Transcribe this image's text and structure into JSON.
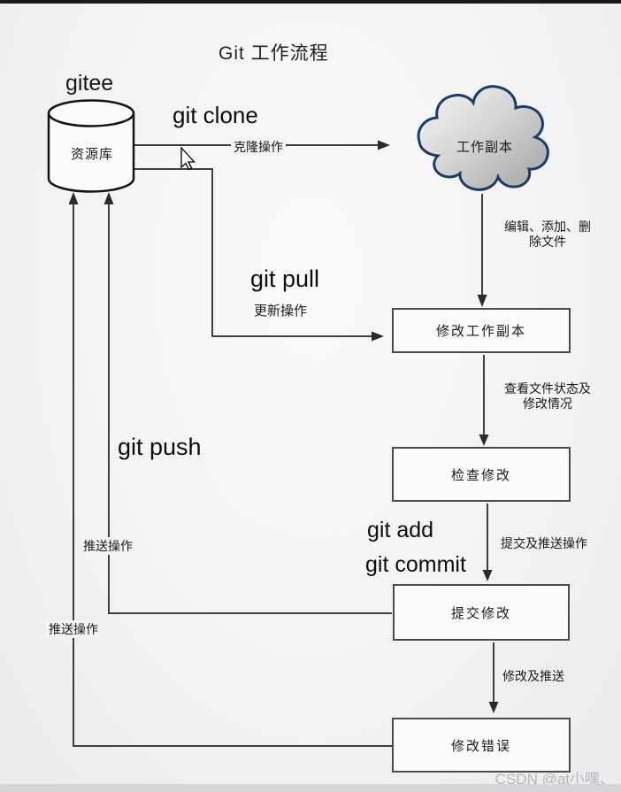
{
  "title": "Git 工作流程",
  "repo": {
    "name": "gitee",
    "label": "资源库"
  },
  "working_copy": {
    "label": "工作副本"
  },
  "boxes": {
    "modify": "修改工作副本",
    "check": "检查修改",
    "commit": "提交修改",
    "fix": "修改错误"
  },
  "commands": {
    "clone": "git clone",
    "pull": "git pull",
    "push": "git push",
    "add": "git add",
    "commit": "git commit"
  },
  "edge_labels": {
    "clone": "克隆操作",
    "update": "更新操作",
    "edit_line1": "编辑、添加、删",
    "edit_line2": "除文件",
    "status_line1": "查看文件状态及",
    "status_line2": "修改情况",
    "commit_push": "提交及推送操作",
    "push_inner": "推送操作",
    "push_outer": "推送操作",
    "amend_push": "修改及推送"
  },
  "watermark": "CSDN @at小嘿、",
  "colors": {
    "line": "#3f3f3f",
    "box_border": "#4b4b4b",
    "cloud_border": "#1e3a66",
    "background": "#f3f3f4",
    "watermark": "#b5b5c3"
  }
}
